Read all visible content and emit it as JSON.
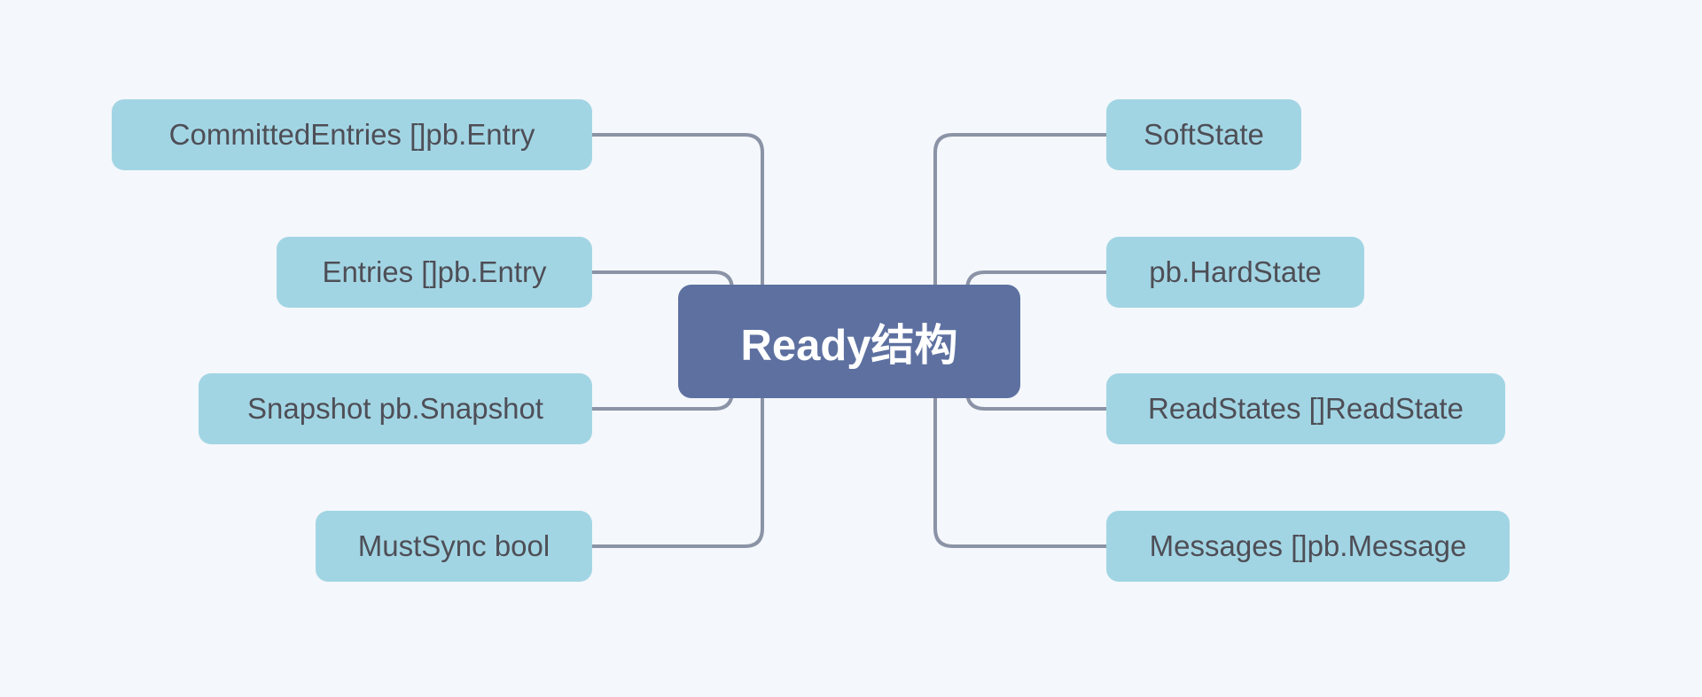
{
  "central_node": {
    "label": "Ready结构"
  },
  "left_nodes": [
    {
      "label": "CommittedEntries []pb.Entry"
    },
    {
      "label": "Entries []pb.Entry"
    },
    {
      "label": "Snapshot pb.Snapshot"
    },
    {
      "label": "MustSync bool"
    }
  ],
  "right_nodes": [
    {
      "label": "SoftState"
    },
    {
      "label": "pb.HardState"
    },
    {
      "label": "ReadStates []ReadState"
    },
    {
      "label": "Messages []pb.Message"
    }
  ],
  "colors": {
    "background": "#f4f7fb",
    "branch_node_fill": "#a2d5e4",
    "central_node_fill": "#5d70a0",
    "connector": "#8b93a6",
    "branch_text": "#4e4e56",
    "central_text": "#ffffff"
  }
}
